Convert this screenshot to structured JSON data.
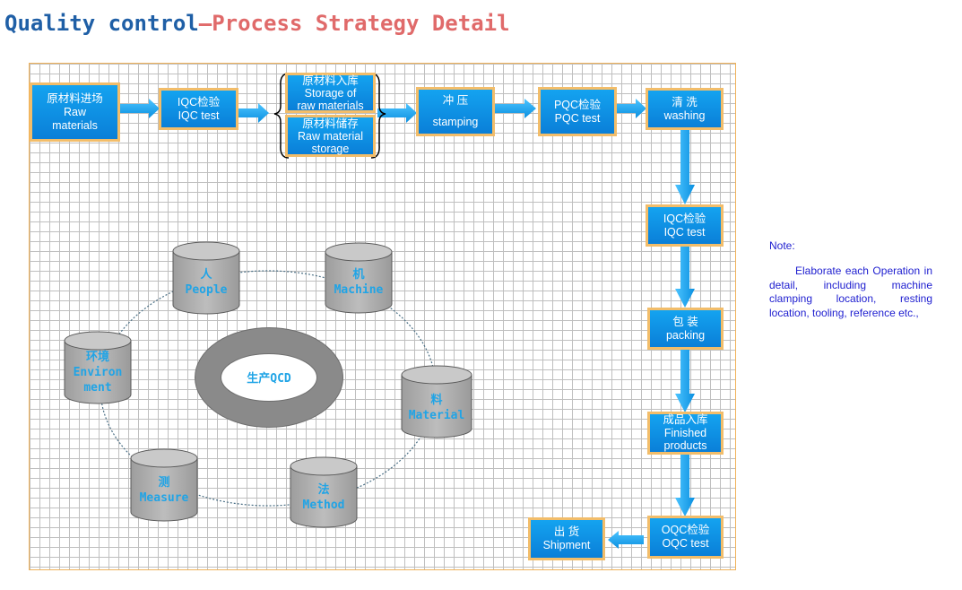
{
  "title": {
    "part1": "Quality control",
    "separator": "—",
    "part2": "Process Strategy Detail"
  },
  "colors": {
    "title_blue": "#1f5fa6",
    "title_red": "#e06a6a",
    "box_fill": "#0a8fe0",
    "box_border": "#f2bd6a",
    "arrow": "#12a4ee",
    "cylinder": "#b3b3b3",
    "cylinder_text": "#20a4e6",
    "note_text": "#2020d0"
  },
  "flow": {
    "raw_materials": {
      "zh": "原材料进场",
      "en1": "Raw",
      "en2": "materials"
    },
    "iqc_test_1": {
      "zh": "IQC检验",
      "en": "IQC test"
    },
    "storage_in": {
      "zh": "原材料入库",
      "en1": "Storage of",
      "en2": "raw materials"
    },
    "storage": {
      "zh": "原材料储存",
      "en1": "Raw material",
      "en2": "storage"
    },
    "stamping": {
      "zh": "冲 压",
      "en": "stamping"
    },
    "pqc_test": {
      "zh": "PQC检验",
      "en": "PQC test"
    },
    "washing": {
      "zh": "清 洗",
      "en": "washing"
    },
    "iqc_test_2": {
      "zh": "IQC检验",
      "en": "IQC test"
    },
    "packing": {
      "zh": "包 装",
      "en": "packing"
    },
    "finished": {
      "zh": "成品入库",
      "en1": "Finished",
      "en2": "products"
    },
    "oqc_test": {
      "zh": "OQC检验",
      "en": "OQC test"
    },
    "shipment": {
      "zh": "出 货",
      "en": "Shipment"
    }
  },
  "qcd": {
    "center": "生产QCD",
    "people": {
      "zh": "人",
      "en": "People"
    },
    "machine": {
      "zh": "机",
      "en": "Machine"
    },
    "material": {
      "zh": "料",
      "en": "Material"
    },
    "method": {
      "zh": "法",
      "en": "Method"
    },
    "measure": {
      "zh": "测",
      "en": "Measure"
    },
    "environment": {
      "zh": "环境",
      "en1": "Environ",
      "en2": "ment"
    }
  },
  "note": {
    "title": "Note:",
    "text": "Elaborate each Operation in detail, including machine clamping location, resting location, tooling, reference etc.,"
  }
}
